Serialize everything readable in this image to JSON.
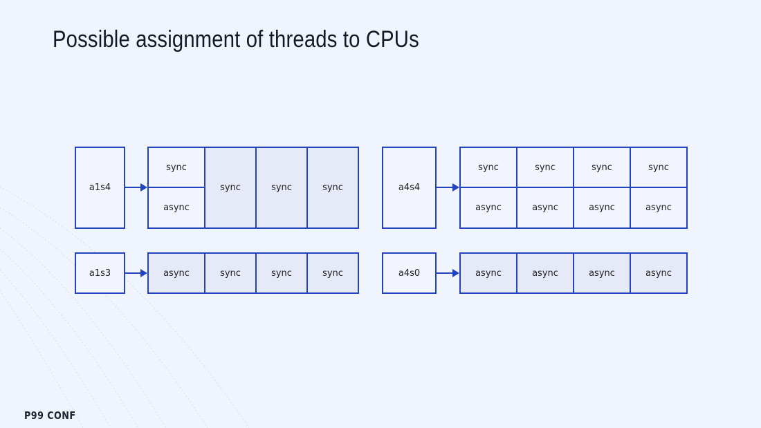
{
  "title": "Possible assignment of threads to CPUs",
  "brand": "P99 CONF",
  "colors": {
    "stroke": "#2143c0",
    "background": "#f0f4fd",
    "shaded": "#e6eaf8"
  },
  "diagrams": [
    {
      "config": "a1s4",
      "cpus": [
        [
          "sync",
          "async"
        ],
        [
          "sync"
        ],
        [
          "sync"
        ],
        [
          "sync"
        ]
      ]
    },
    {
      "config": "a4s4",
      "cpus": [
        [
          "sync",
          "async"
        ],
        [
          "sync",
          "async"
        ],
        [
          "sync",
          "async"
        ],
        [
          "sync",
          "async"
        ]
      ]
    },
    {
      "config": "a1s3",
      "cpus": [
        [
          "async"
        ],
        [
          "sync"
        ],
        [
          "sync"
        ],
        [
          "sync"
        ]
      ]
    },
    {
      "config": "a4s0",
      "cpus": [
        [
          "async"
        ],
        [
          "async"
        ],
        [
          "async"
        ],
        [
          "async"
        ]
      ]
    }
  ]
}
